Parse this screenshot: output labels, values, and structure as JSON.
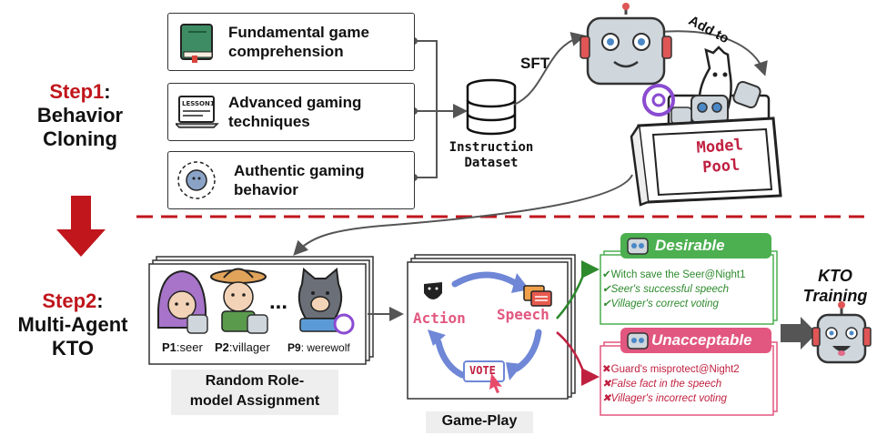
{
  "step1": {
    "label": "Step1",
    "colon": ":",
    "line2": "Behavior",
    "line3": "Cloning"
  },
  "step2": {
    "label": "Step2",
    "colon": ":",
    "line2": "Multi-Agent",
    "line3": "KTO"
  },
  "sources": [
    {
      "line1": "Fundamental game",
      "line2": "comprehension",
      "icon": "book-icon"
    },
    {
      "line1": "Advanced gaming",
      "line2": "techniques",
      "icon": "lesson-laptop-icon"
    },
    {
      "line1": "Authentic gaming",
      "line2": "behavior",
      "icon": "werewolf-circle-icon"
    }
  ],
  "dataset": {
    "line1": "Instruction",
    "line2": "Dataset"
  },
  "sft_label": "SFT",
  "add_to_label": "Add to",
  "model_pool": {
    "line1": "Model",
    "line2": "Pool"
  },
  "players": [
    {
      "num": "P1",
      "role": ":seer"
    },
    {
      "num": "P2",
      "role": ":villager"
    },
    {
      "num": "P9",
      "role": ": werewolf"
    }
  ],
  "ellipsis": "...",
  "role_caption": {
    "line1": "Random Role-",
    "line2": "model Assignment"
  },
  "gameplay": {
    "action": "Action",
    "speech": "Speech",
    "vote": "VOTE",
    "caption": "Game-Play"
  },
  "desirable": {
    "title": "Desirable",
    "items": [
      "Witch save the Seer@Night1",
      "Seer's successful speech",
      "Villager's correct voting"
    ]
  },
  "unacceptable": {
    "title": "Unacceptable",
    "items": [
      "Guard's misprotect@Night2",
      "False fact in the speech",
      "Villager's incorrect voting"
    ]
  },
  "kto": {
    "line1": "KTO",
    "line2": "Training"
  },
  "colors": {
    "red": "#c0161c",
    "green": "#2d8a2d",
    "pink": "#c02040",
    "green_header": "#4caf50",
    "pink_header": "#e2577f"
  }
}
